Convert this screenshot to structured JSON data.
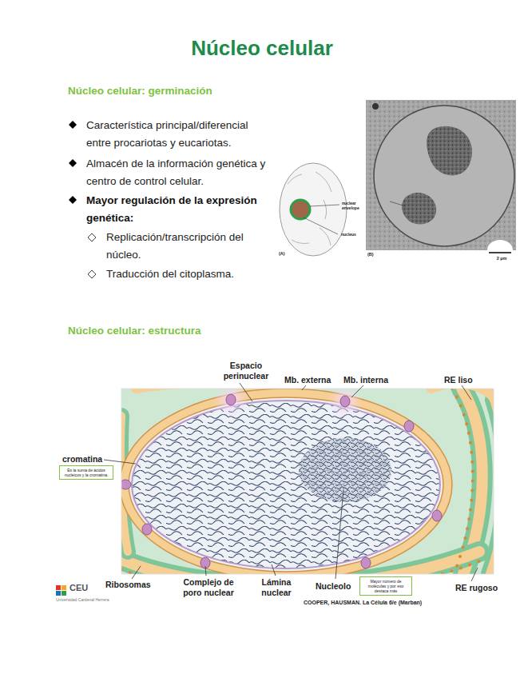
{
  "diagram": {
    "title": "Núcleo celular",
    "nodes": [
      {
        "text": [
          "Es la suma de ácidos nucleicos y la cromatina."
        ]
      },
      {
        "text": [
          "Mayor número de moléculas y por eso destaca más"
        ]
      }
    ],
    "labels": [
      "Núcleo celular: germinación",
      "Característica principal/diferencial entre procariotas y eucariotas.",
      "Almacén de la información genética y centro de control celular.",
      "Mayor regulación de la expresión genética:",
      "Replicación/transcripción del núcleo.",
      "Traducción del citoplasma.",
      "nuclear envelope",
      "nucleus",
      "(A)",
      "(B)",
      "2 µm",
      "Núcleo celular: estructura",
      "Espacio perinuclear",
      "Mb. externa",
      "Mb. interna",
      "RE liso",
      "cromatina",
      "Ribosomas",
      "Complejo de poro nuclear",
      "Lámina nuclear",
      "Nucleolo",
      "RE rugoso",
      "COOPER, HAUSMAN. La Célula 6/e (Marban)",
      "CEU",
      "Universidad Cardenal Herrera"
    ]
  }
}
